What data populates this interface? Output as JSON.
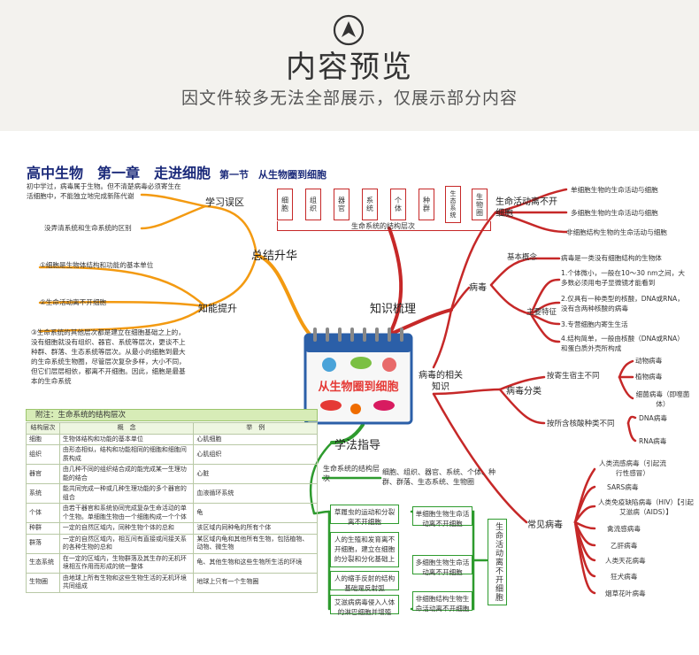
{
  "header": {
    "title": "内容预览",
    "subtitle": "因文件较多无法全部展示，仅展示部分内容"
  },
  "doc": {
    "title": "高中生物　第一章　走进细胞",
    "section": "第一节　从生物圈到细胞"
  },
  "left": {
    "branch_main": "总结升华",
    "learning_error": "学习误区",
    "ability": "知能提升",
    "note1": "初中学过，病毒属于生物。但不清楚病毒必须寄生在活细胞中，不能独立地完成新陈代谢",
    "note2": "没弄清系统和生命系统的区别",
    "note3": "①细胞是生物体结构和功能的基本单位",
    "note4": "②生命活动离不开细胞",
    "note5": "③生命系统的其他层次都是建立在细胞基础之上的，没有细胞就没有组织、器官、系统等层次，更谈不上种群、群落、生态系统等层次。从最小的细胞到最大的生命系统生物圈，尽管层次复杂多样，大小不同，但它们层层相依，都离不开细胞。因此，细胞是最基本的生命系统"
  },
  "hierarchy": {
    "items": [
      "细胞",
      "组织",
      "器官",
      "系统",
      "个体",
      "种群",
      "生态系统",
      "生物圈"
    ],
    "caption": "生命系统的结构层次"
  },
  "center": {
    "cover_text": "从生物圈到细胞",
    "knowledge": "知识梳理",
    "study": "学法指导",
    "virus_knowledge": "病毒的相关知识"
  },
  "right": {
    "life_activity": "生命活动离不开细胞",
    "life_items": [
      "单细胞生物的生命活动与细胞",
      "多细胞生物的生命活动与细胞",
      "非细胞结构生物的生命活动与细胞"
    ],
    "virus": "病毒",
    "basic_concept": "基本概念",
    "concept_text": "病毒是一类没有细胞结构的生物体",
    "main_features": "主要特征",
    "features": [
      "1.个体微小，一般在10～30 nm之间，大多数必须用电子显微镜才能看到",
      "2.仅具有一种类型的核酸，DNA或RNA，没有含两种核酸的病毒",
      "3.专营细胞内寄生生活",
      "4.结构简单，一般由核酸（DNA或RNA）和蛋白质外壳所构成"
    ],
    "virus_class": "病毒分类",
    "by_host": "按寄生宿主不同",
    "host_items": [
      "动物病毒",
      "植物病毒",
      "细菌病毒（即噬菌体）"
    ],
    "by_acid": "按所含核酸种类不同",
    "acid_items": [
      "DNA病毒",
      "RNA病毒"
    ],
    "common": "常见病毒",
    "common_items": [
      "人类流感病毒（引起流行性感冒）",
      "SARS病毒",
      "人类免疫缺陷病毒（HIV）【引起艾滋病（AIDS）】",
      "禽流感病毒",
      "乙肝病毒",
      "人类天花病毒",
      "狂犬病毒",
      "烟草花叶病毒"
    ]
  },
  "study": {
    "hier_label": "生命系统的结构层次",
    "hier_text": "细胞、组织、器官、系统、个体、种群、群落、生态系统、生物圈",
    "examples": [
      "草履虫的运动和分裂离不开细胞",
      "人的生殖和发育离不开细胞，建立在细胞的分裂和分化基础上",
      "人的缩手反射的结构基础是反射弧",
      "艾滋病病毒侵入人体的淋巴细胞并增殖"
    ],
    "middle": [
      "单细胞生物生命活动离不开细胞",
      "多细胞生物生命活动离不开细胞",
      "非细胞结构生物生命活动离不开细胞"
    ],
    "right_label": "生命活动离不开细胞"
  },
  "attachment": {
    "title": "附注：生命系统的结构层次",
    "headers": [
      "结构层次",
      "概　念",
      "举　例"
    ],
    "rows": [
      [
        "细胞",
        "生物体结构和功能的基本单位",
        "心肌细胞"
      ],
      [
        "组织",
        "由形态相似，结构和功能相同的细胞和细胞间质构成",
        "心肌组织"
      ],
      [
        "器官",
        "由几种不同的组织结合成的能完成某一生理功能的结合",
        "心脏"
      ],
      [
        "系统",
        "能共同完成一种或几种生理功能的多个器官的组合",
        "血液循环系统"
      ],
      [
        "个体",
        "由若干器官和系统协同完成复杂生命活动的单个生物。单细胞生物由一个细胞构成一个个体",
        "龟"
      ],
      [
        "种群",
        "一定的自然区域内，同种生物个体的总和",
        "该区域内同种龟的所有个体"
      ],
      [
        "群落",
        "一定的自然区域内，相互间有直接或间接关系的各种生物的总和",
        "某区域内龟和其他所有生物，包括植物、动物、微生物"
      ],
      [
        "生态系统",
        "在一定的区域内，生物群落及其生存的无机环境相互作用而形成的统一整体",
        "龟、其他生物和这些生物所生活的环境"
      ],
      [
        "生物圈",
        "由地球上所有生物和这些生物生活的无机环境共同组成",
        "地球上只有一个生物圈"
      ]
    ]
  },
  "colors": {
    "red": "#c62828",
    "orange": "#f39a11",
    "green": "#2e9b2e",
    "navy": "#1b2a7a"
  }
}
